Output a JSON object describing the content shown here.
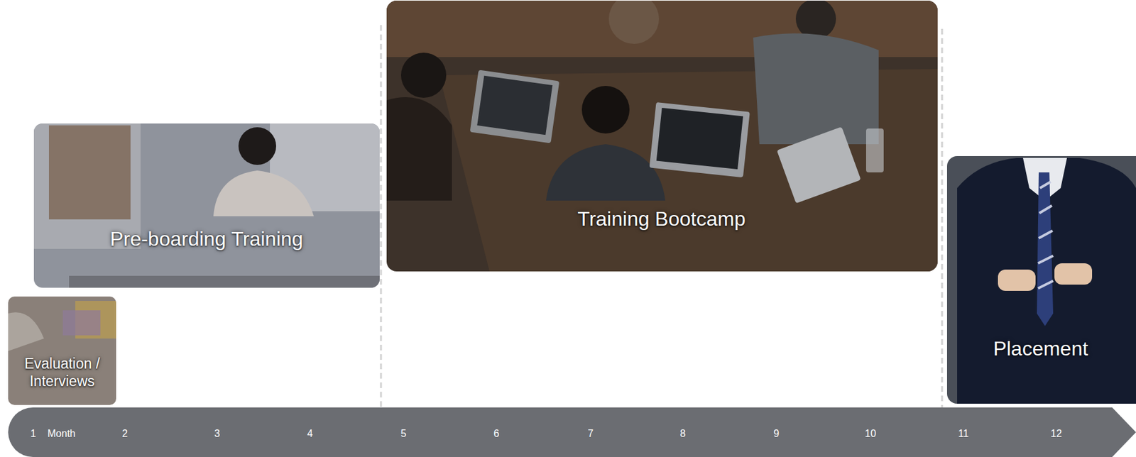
{
  "diagram": {
    "nodes": [
      {
        "text": [
          "Evaluation / Interviews"
        ]
      },
      {
        "text": [
          "Pre-boarding Training"
        ]
      },
      {
        "text": [
          "Training Bootcamp"
        ]
      },
      {
        "text": [
          "Placement"
        ]
      },
      {
        "text": [
          "1",
          "Month",
          "2",
          "3",
          "4",
          "5",
          "6",
          "7",
          "8",
          "9",
          "10",
          "11",
          "12"
        ]
      }
    ]
  }
}
